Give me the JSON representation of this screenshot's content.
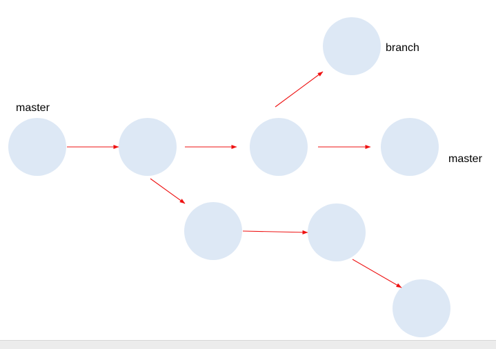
{
  "diagram": {
    "node_color": "#dde8f5",
    "edge_color": "#ee1111",
    "labels": {
      "master_start": "master",
      "branch": "branch",
      "master_end": "master"
    },
    "nodes": [
      {
        "id": "commit-1"
      },
      {
        "id": "commit-2"
      },
      {
        "id": "commit-3"
      },
      {
        "id": "commit-4-master"
      },
      {
        "id": "commit-branch-top"
      },
      {
        "id": "commit-lower-1"
      },
      {
        "id": "commit-lower-2"
      },
      {
        "id": "commit-lower-3"
      }
    ],
    "edges": [
      {
        "from": "commit-1",
        "to": "commit-2"
      },
      {
        "from": "commit-2",
        "to": "commit-3"
      },
      {
        "from": "commit-3",
        "to": "commit-4-master"
      },
      {
        "from": "commit-3",
        "to": "commit-branch-top"
      },
      {
        "from": "commit-2",
        "to": "commit-lower-1"
      },
      {
        "from": "commit-lower-1",
        "to": "commit-lower-2"
      },
      {
        "from": "commit-lower-2",
        "to": "commit-lower-3"
      }
    ]
  }
}
